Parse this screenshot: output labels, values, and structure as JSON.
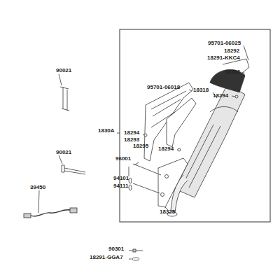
{
  "diagram": {
    "labels": [
      "90021",
      "95701-06025",
      "18292",
      "18291-KKC4",
      "18306",
      "95701-06018",
      "18318",
      "18294",
      "1830A",
      "18294",
      "18293",
      "18295",
      "18294",
      "90021",
      "96001",
      "39450",
      "94101",
      "94111",
      "18325",
      "90301",
      "18291-GGA7"
    ]
  }
}
